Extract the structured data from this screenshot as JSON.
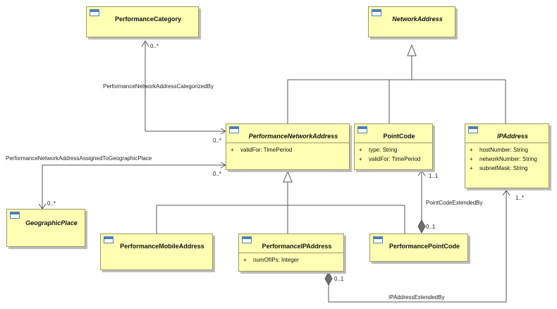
{
  "classes": {
    "performance_category": {
      "name": "PerformanceCategory"
    },
    "network_address": {
      "name": "NetworkAddress"
    },
    "performance_network_address": {
      "name": "PerformanceNetworkAddress",
      "attrs": [
        {
          "vis": "+",
          "text": "validFor: TimePeriod"
        }
      ]
    },
    "point_code": {
      "name": "PointCode",
      "attrs": [
        {
          "vis": "+",
          "text": "type: String"
        },
        {
          "vis": "+",
          "text": "validFor: TimePeriod"
        }
      ]
    },
    "ip_address": {
      "name": "IPAddress",
      "attrs": [
        {
          "vis": "+",
          "text": "hostNumber: String"
        },
        {
          "vis": "+",
          "text": "networkNumber: String"
        },
        {
          "vis": "+",
          "text": "subnetMask: String"
        }
      ]
    },
    "geographic_place": {
      "name": "GeographicPlace"
    },
    "performance_mobile_address": {
      "name": "PerformanceMobileAddress"
    },
    "performance_ip_address": {
      "name": "PerformanceIPAddress",
      "attrs": [
        {
          "vis": "+",
          "text": "numOfIPs: Integer"
        }
      ]
    },
    "performance_point_code": {
      "name": "PerformancePointCode"
    }
  },
  "associations": {
    "categorized_by": {
      "label": "PerformanceNetworkAddressCategorizedBy",
      "mult_target": "0..*",
      "mult_source": "0..*"
    },
    "assigned_to": {
      "label": "PerformanceNetworkAddressAssignedToGeographicPlace",
      "mult_source": "0..*",
      "mult_target": "0..*"
    },
    "point_code_extended_by": {
      "label": "PointCodeExtendedBy",
      "mult_target": "1..1",
      "mult_source": "0..1"
    },
    "ip_address_extended_by": {
      "label": "IPAddressExtendedBy",
      "mult_target": "1..*",
      "mult_source": "0..1"
    }
  }
}
